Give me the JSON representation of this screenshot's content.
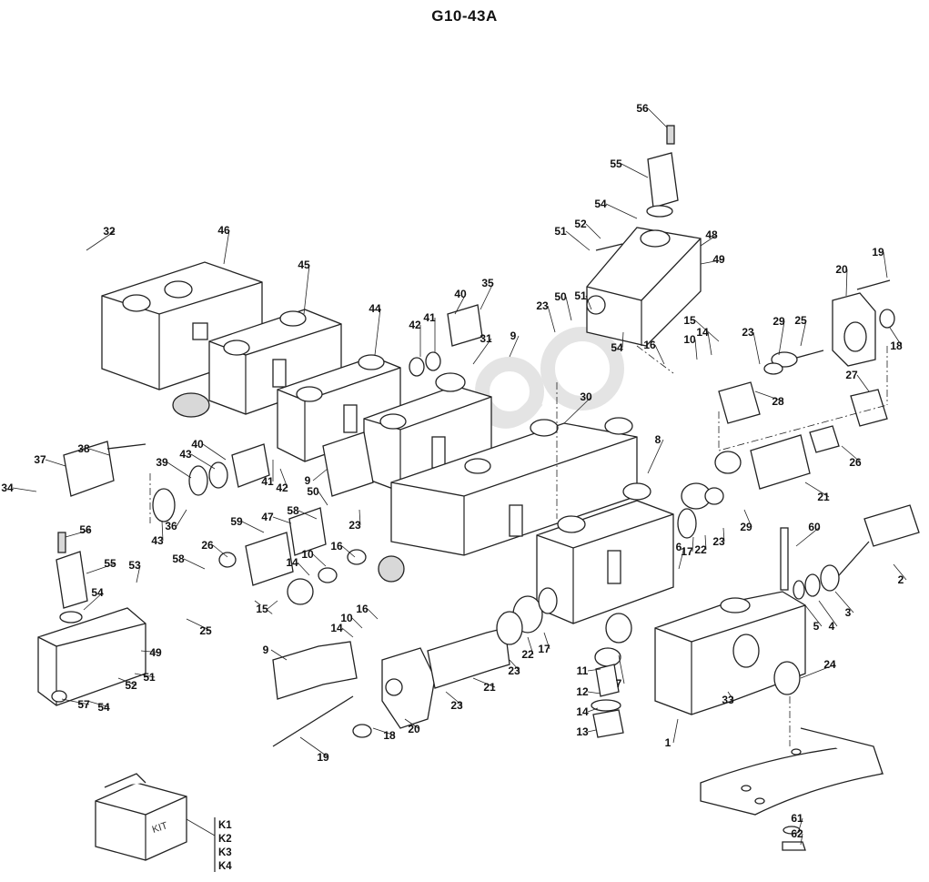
{
  "title": "G10-43A",
  "kit": {
    "box_text": "KIT",
    "items": [
      "K1",
      "K2",
      "K3",
      "K4"
    ]
  },
  "callouts": [
    {
      "id": "c56a",
      "label": "56"
    },
    {
      "id": "c55a",
      "label": "55"
    },
    {
      "id": "c54a",
      "label": "54"
    },
    {
      "id": "c52a",
      "label": "52"
    },
    {
      "id": "c51a",
      "label": "51"
    },
    {
      "id": "c48",
      "label": "48"
    },
    {
      "id": "c49a",
      "label": "49"
    },
    {
      "id": "c19a",
      "label": "19"
    },
    {
      "id": "c20a",
      "label": "20"
    },
    {
      "id": "c18a",
      "label": "18"
    },
    {
      "id": "c32",
      "label": "32"
    },
    {
      "id": "c46",
      "label": "46"
    },
    {
      "id": "c45",
      "label": "45"
    },
    {
      "id": "c44",
      "label": "44"
    },
    {
      "id": "c40a",
      "label": "40"
    },
    {
      "id": "c35",
      "label": "35"
    },
    {
      "id": "c42a",
      "label": "42"
    },
    {
      "id": "c41a",
      "label": "41"
    },
    {
      "id": "c31",
      "label": "31"
    },
    {
      "id": "c9a",
      "label": "9"
    },
    {
      "id": "c23a",
      "label": "23"
    },
    {
      "id": "c50a",
      "label": "50"
    },
    {
      "id": "c51b",
      "label": "51"
    },
    {
      "id": "c54b",
      "label": "54"
    },
    {
      "id": "c16a",
      "label": "16"
    },
    {
      "id": "c10a",
      "label": "10"
    },
    {
      "id": "c14a",
      "label": "14"
    },
    {
      "id": "c15a",
      "label": "15"
    },
    {
      "id": "c23b",
      "label": "23"
    },
    {
      "id": "c29a",
      "label": "29"
    },
    {
      "id": "c25a",
      "label": "25"
    },
    {
      "id": "c27",
      "label": "27"
    },
    {
      "id": "c28",
      "label": "28"
    },
    {
      "id": "c26a",
      "label": "26"
    },
    {
      "id": "c21a",
      "label": "21"
    },
    {
      "id": "c30",
      "label": "30"
    },
    {
      "id": "c8",
      "label": "8"
    },
    {
      "id": "c38",
      "label": "38"
    },
    {
      "id": "c37",
      "label": "37"
    },
    {
      "id": "c34",
      "label": "34"
    },
    {
      "id": "c39",
      "label": "39"
    },
    {
      "id": "c43a",
      "label": "43"
    },
    {
      "id": "c40b",
      "label": "40"
    },
    {
      "id": "c41b",
      "label": "41"
    },
    {
      "id": "c42b",
      "label": "42"
    },
    {
      "id": "c9b",
      "label": "9"
    },
    {
      "id": "c50b",
      "label": "50"
    },
    {
      "id": "c36",
      "label": "36"
    },
    {
      "id": "c43b",
      "label": "43"
    },
    {
      "id": "c23c",
      "label": "23"
    },
    {
      "id": "c17a",
      "label": "17"
    },
    {
      "id": "c22a",
      "label": "22"
    },
    {
      "id": "c23d",
      "label": "23"
    },
    {
      "id": "c29b",
      "label": "29"
    },
    {
      "id": "c6",
      "label": "6"
    },
    {
      "id": "c59",
      "label": "59"
    },
    {
      "id": "c47",
      "label": "47"
    },
    {
      "id": "c58a",
      "label": "58"
    },
    {
      "id": "c26b",
      "label": "26"
    },
    {
      "id": "c16b",
      "label": "16"
    },
    {
      "id": "c10b",
      "label": "10"
    },
    {
      "id": "c14b",
      "label": "14"
    },
    {
      "id": "c15b",
      "label": "15"
    },
    {
      "id": "c56b",
      "label": "56"
    },
    {
      "id": "c55b",
      "label": "55"
    },
    {
      "id": "c53",
      "label": "53"
    },
    {
      "id": "c58b",
      "label": "58"
    },
    {
      "id": "c54c",
      "label": "54"
    },
    {
      "id": "c25b",
      "label": "25"
    },
    {
      "id": "c49b",
      "label": "49"
    },
    {
      "id": "c52b",
      "label": "52"
    },
    {
      "id": "c51c",
      "label": "51"
    },
    {
      "id": "c57",
      "label": "57"
    },
    {
      "id": "c54d",
      "label": "54"
    },
    {
      "id": "c9c",
      "label": "9"
    },
    {
      "id": "c14c",
      "label": "14"
    },
    {
      "id": "c10c",
      "label": "10"
    },
    {
      "id": "c16c",
      "label": "16"
    },
    {
      "id": "c19b",
      "label": "19"
    },
    {
      "id": "c18b",
      "label": "18"
    },
    {
      "id": "c20b",
      "label": "20"
    },
    {
      "id": "c23e",
      "label": "23"
    },
    {
      "id": "c21b",
      "label": "21"
    },
    {
      "id": "c23f",
      "label": "23"
    },
    {
      "id": "c22b",
      "label": "22"
    },
    {
      "id": "c17b",
      "label": "17"
    },
    {
      "id": "c11",
      "label": "11"
    },
    {
      "id": "c12",
      "label": "12"
    },
    {
      "id": "c14d",
      "label": "14"
    },
    {
      "id": "c13",
      "label": "13"
    },
    {
      "id": "c7",
      "label": "7"
    },
    {
      "id": "c60",
      "label": "60"
    },
    {
      "id": "c2",
      "label": "2"
    },
    {
      "id": "c3",
      "label": "3"
    },
    {
      "id": "c4",
      "label": "4"
    },
    {
      "id": "c5",
      "label": "5"
    },
    {
      "id": "c24",
      "label": "24"
    },
    {
      "id": "c33",
      "label": "33"
    },
    {
      "id": "c1",
      "label": "1"
    },
    {
      "id": "c61",
      "label": "61"
    },
    {
      "id": "c62",
      "label": "62"
    }
  ]
}
